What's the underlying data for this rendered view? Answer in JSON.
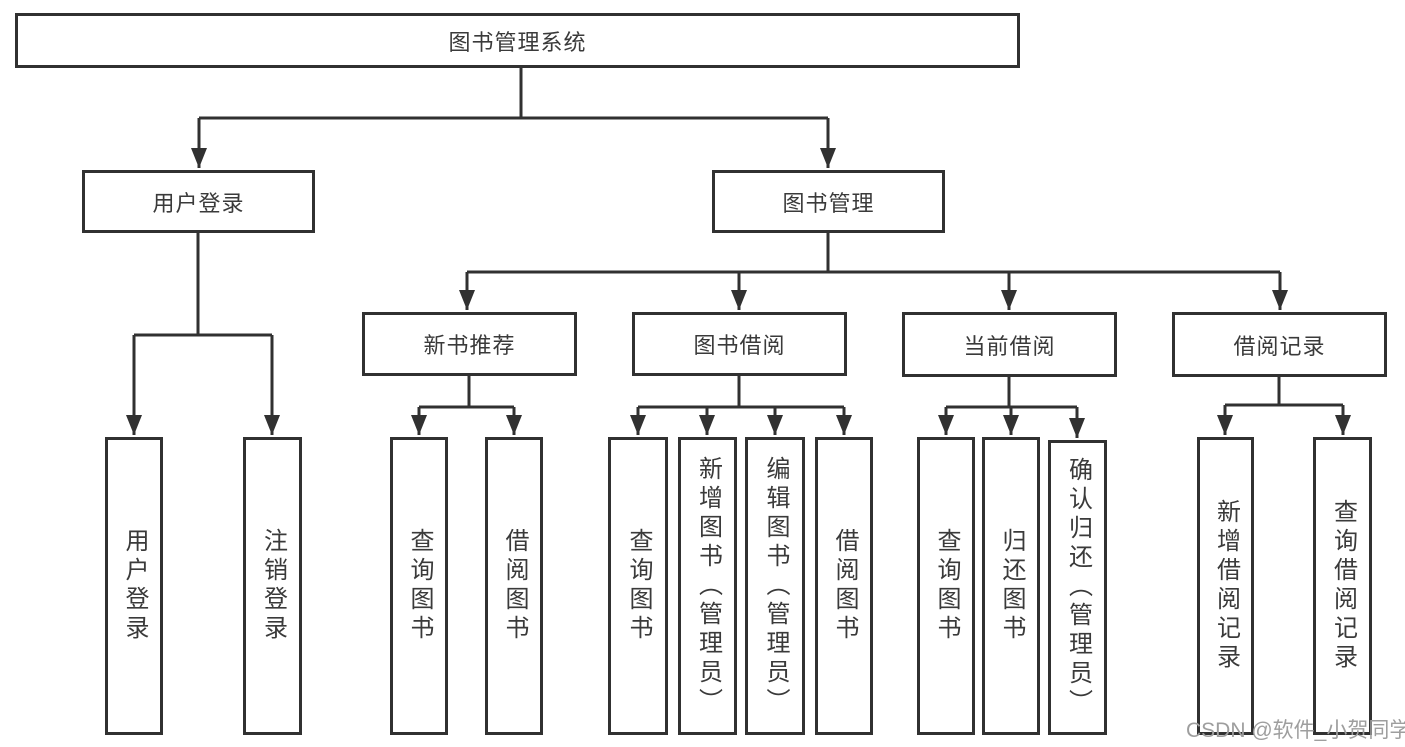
{
  "diagram_type": "hierarchy-tree",
  "colors": {
    "background": "#ffffff",
    "line": "#313131",
    "box_border": "#313131",
    "box_fill": "#ffffff",
    "text": "#3a3a3a",
    "watermark": "#9e9e9e"
  },
  "tree": {
    "label": "图书管理系统",
    "children": [
      {
        "label": "用户登录",
        "children": [
          {
            "label": "用户登录"
          },
          {
            "label": "注销登录"
          }
        ]
      },
      {
        "label": "图书管理",
        "children": [
          {
            "label": "新书推荐",
            "children": [
              {
                "label": "查询图书"
              },
              {
                "label": "借阅图书"
              }
            ]
          },
          {
            "label": "图书借阅",
            "children": [
              {
                "label": "查询图书"
              },
              {
                "label": "新增图书（管理员）"
              },
              {
                "label": "编辑图书（管理员）"
              },
              {
                "label": "借阅图书"
              }
            ]
          },
          {
            "label": "当前借阅",
            "children": [
              {
                "label": "查询图书"
              },
              {
                "label": "归还图书"
              },
              {
                "label": "确认归还（管理员）"
              }
            ]
          },
          {
            "label": "借阅记录",
            "children": [
              {
                "label": "新增借阅记录"
              },
              {
                "label": "查询借阅记录"
              }
            ]
          }
        ]
      }
    ]
  },
  "watermark": {
    "text": "CSDN @软件_小贺同学"
  }
}
